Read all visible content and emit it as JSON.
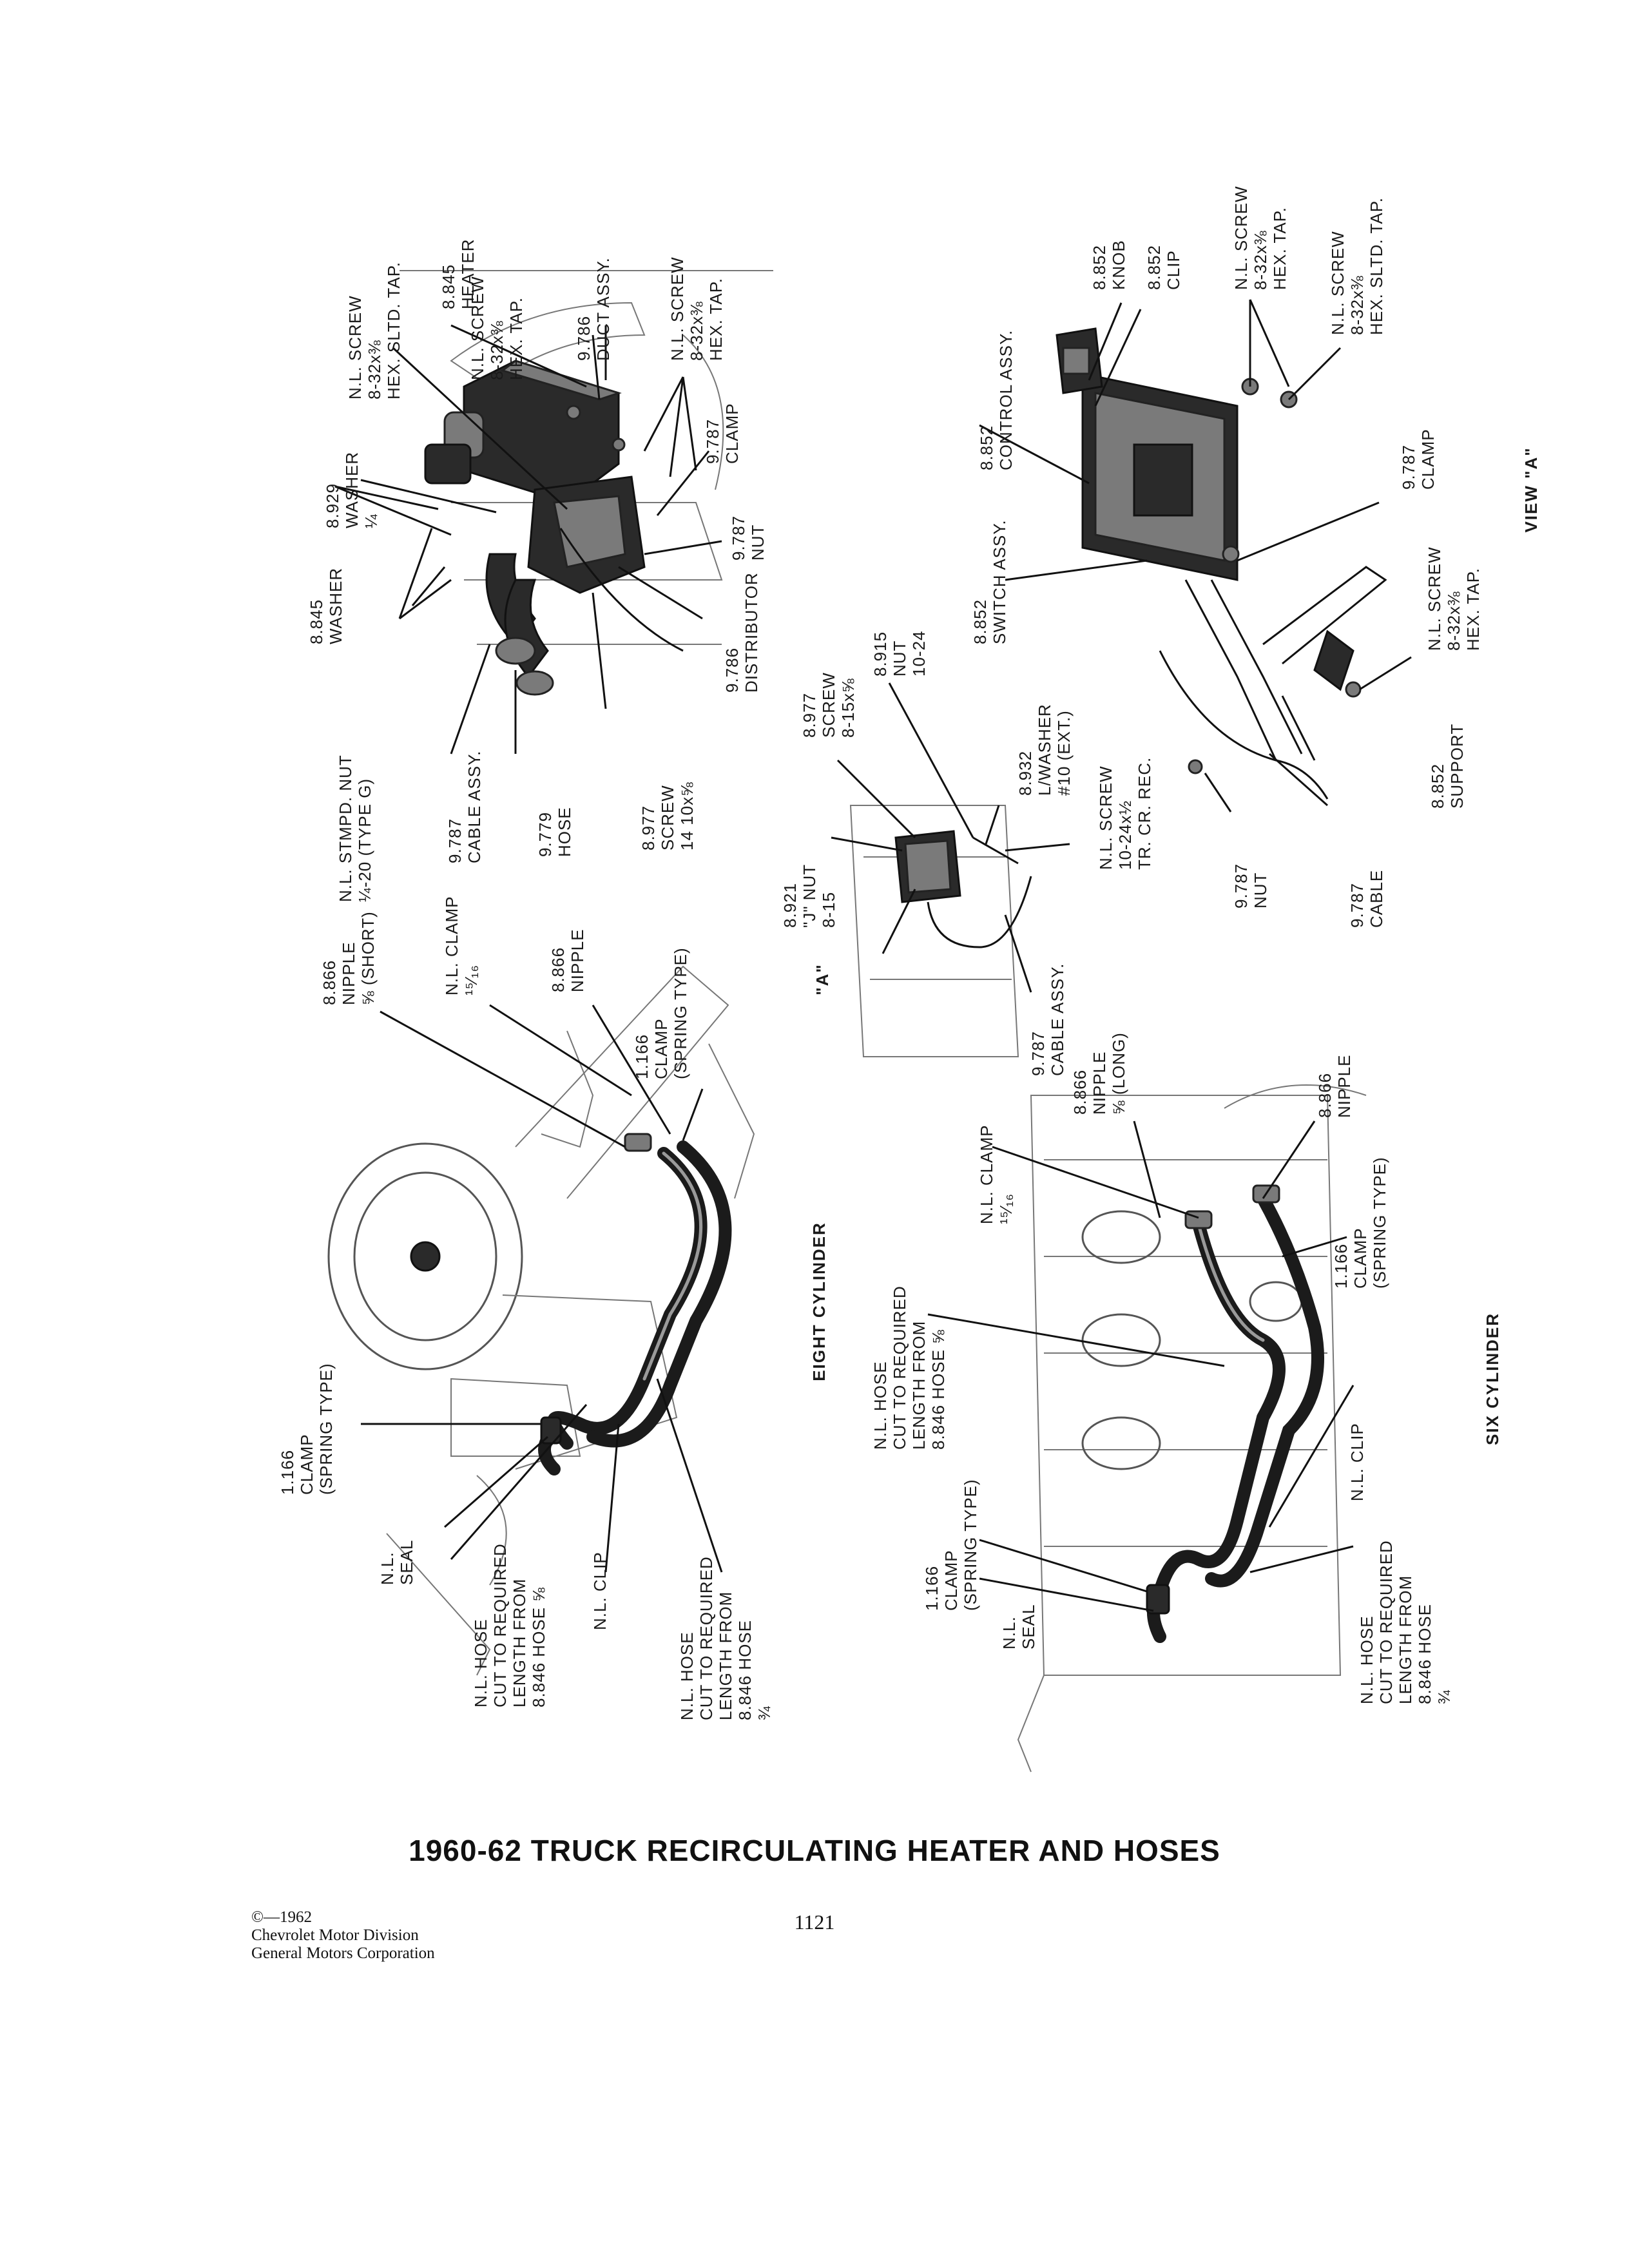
{
  "title": "1960-62 TRUCK RECIRCULATING HEATER AND HOSES",
  "page_number": "1121",
  "copyright": {
    "line1": "©—1962",
    "line2": "Chevrolet Motor Division",
    "line3": "General Motors Corporation"
  },
  "sections": {
    "eight": "EIGHT CYLINDER",
    "six": "SIX CYLINDER",
    "view": "VIEW \"A\"",
    "view_marker": "\"A\""
  },
  "callouts": {
    "heater": [
      [
        "N.L. STMPD. NUT",
        "¼-20 (TYPE G)"
      ],
      [
        "8.845",
        "WASHER"
      ],
      [
        "8.929",
        "WASHER",
        "¼"
      ],
      [
        "N.L. SCREW",
        "8-32x⅜",
        "HEX. SLTD. TAP."
      ],
      [
        "8.845",
        "HEATER"
      ],
      [
        "N.L. SCREW",
        "8-32x⅜",
        "HEX. TAP."
      ],
      [
        "9.786",
        "DUCT ASSY."
      ],
      [
        "N.L. SCREW",
        "8-32x⅜",
        "HEX. TAP."
      ],
      [
        "9.787",
        "CLAMP"
      ],
      [
        "9.787",
        "NUT"
      ],
      [
        "9.786",
        "DISTRIBUTOR"
      ],
      [
        "8.977",
        "SCREW",
        "14 10x⅝"
      ],
      [
        "9.779",
        "HOSE"
      ],
      [
        "9.787",
        "CABLE ASSY."
      ]
    ],
    "control": [
      [
        "8.852",
        "KNOB"
      ],
      [
        "8.852",
        "CLIP"
      ],
      [
        "8.852",
        "CONTROL ASSY."
      ],
      [
        "N.L. SCREW",
        "8-32x⅜",
        "HEX. TAP."
      ],
      [
        "N.L. SCREW",
        "8-32x⅜",
        "HEX. SLTD. TAP."
      ],
      [
        "8.852",
        "SWITCH ASSY."
      ],
      [
        "9.787",
        "CLAMP"
      ],
      [
        "N.L. SCREW",
        "8-32x⅜",
        "HEX. TAP."
      ],
      [
        "8.852",
        "SUPPORT"
      ],
      [
        "9.787",
        "CABLE"
      ],
      [
        "9.787",
        "NUT"
      ]
    ],
    "dash": [
      [
        "8.977",
        "SCREW",
        "8-15x⅝"
      ],
      [
        "8.915",
        "NUT",
        "10-24"
      ],
      [
        "8.932",
        "L/WASHER",
        "#10 (EXT.)"
      ],
      [
        "N.L. SCREW",
        "10-24x½",
        "TR. CR. REC."
      ],
      [
        "8.921",
        "\"J\" NUT",
        "8-15"
      ],
      [
        "9.787",
        "CABLE ASSY."
      ]
    ],
    "eight": [
      [
        "8.866",
        "NIPPLE",
        "⅝ (SHORT)"
      ],
      [
        "N.L. CLAMP",
        "¹⁵⁄₁₆"
      ],
      [
        "8.866",
        "NIPPLE"
      ],
      [
        "1.166",
        "CLAMP",
        "(SPRING TYPE)"
      ],
      [
        "1.166",
        "CLAMP",
        "(SPRING TYPE)"
      ],
      [
        "N.L.",
        "SEAL"
      ],
      [
        "N.L. HOSE",
        "CUT TO REQUIRED",
        "LENGTH FROM",
        "8.846 HOSE ⅝"
      ],
      [
        "N.L. CLIP"
      ],
      [
        "N.L. HOSE",
        "CUT TO REQUIRED",
        "LENGTH FROM",
        "8.846 HOSE",
        "¾"
      ]
    ],
    "six": [
      [
        "8.866",
        "NIPPLE",
        "⅝ (LONG)"
      ],
      [
        "8.866",
        "NIPPLE"
      ],
      [
        "N.L. CLAMP",
        "¹⁵⁄₁₆"
      ],
      [
        "N.L. HOSE",
        "CUT TO REQUIRED",
        "LENGTH FROM",
        "8.846 HOSE ⅝"
      ],
      [
        "1.166",
        "CLAMP",
        "(SPRING TYPE)"
      ],
      [
        "1.166",
        "CLAMP",
        "(SPRING TYPE)"
      ],
      [
        "N.L.",
        "SEAL"
      ],
      [
        "N.L. CLIP"
      ],
      [
        "N.L. HOSE",
        "CUT TO REQUIRED",
        "LENGTH FROM",
        "8.846 HOSE",
        "¾"
      ]
    ]
  }
}
